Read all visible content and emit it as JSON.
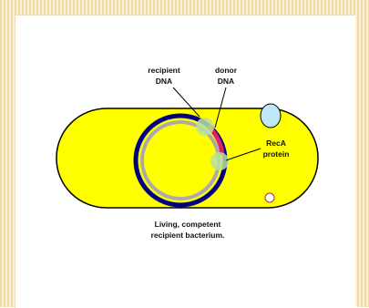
{
  "labels": {
    "recipient_dna_line1": "recipient",
    "recipient_dna_line2": "DNA",
    "donor_dna_line1": "donor",
    "donor_dna_line2": "DNA",
    "reca_line1": "RecA",
    "reca_line2": "protein",
    "caption_line1": "Living, competent",
    "caption_line2": "recipient bacterium."
  },
  "colors": {
    "bacterium_fill": "#ffff00",
    "recipient_dna": "#000080",
    "donor_dna": "#e0206a",
    "inner_ring": "#aaaaaa",
    "reca_protein": "#b8e0a0",
    "plasmid_fill": "#bfe8f8"
  }
}
